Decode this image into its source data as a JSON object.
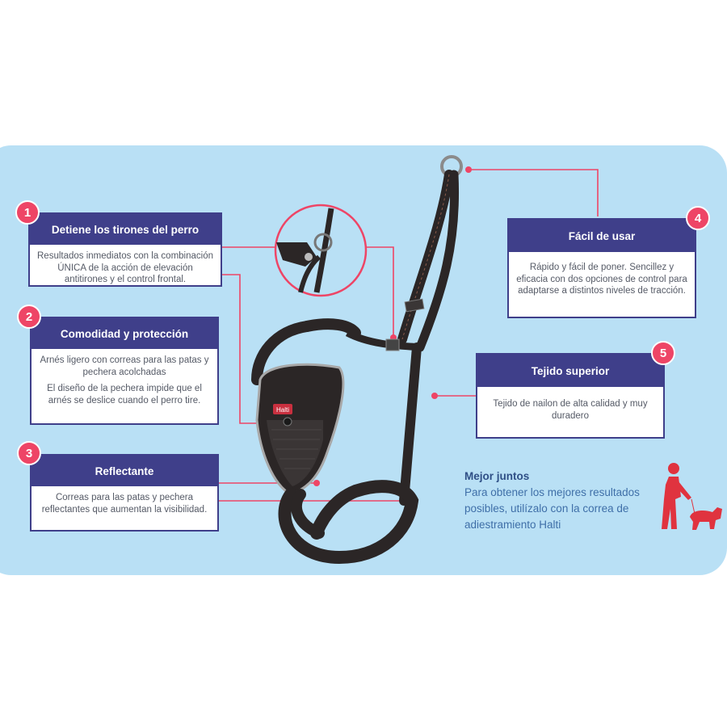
{
  "features": [
    {
      "number": "1",
      "title": "Detiene los tirones del perro",
      "text": [
        "Resultados inmediatos con la combinación ÚNICA de la acción de elevación antitirones y el control frontal."
      ]
    },
    {
      "number": "2",
      "title": "Comodidad y protección",
      "text": [
        "Arnés ligero con correas para las patas y pechera acolchadas",
        "El diseño de la pechera impide que el arnés se deslice cuando el perro tire."
      ]
    },
    {
      "number": "3",
      "title": "Reflectante",
      "text": [
        "Correas para las patas y pechera reflectantes que aumentan la visibilidad."
      ]
    },
    {
      "number": "4",
      "title": "Fácil de usar",
      "text": [
        "Rápido y fácil de poner. Sencillez y eficacia con dos opciones de control para adaptarse a distintos niveles de tracción."
      ]
    },
    {
      "number": "5",
      "title": "Tejido superior",
      "text": [
        "Tejido de nailon de alta calidad y muy duradero"
      ]
    }
  ],
  "bonus": {
    "title": "Mejor juntos",
    "text": "Para obtener los mejores resultados posibles, utilízalo con la correa de adiestramiento Halti"
  },
  "product": {
    "brand_label": "Halti"
  },
  "colors": {
    "panel": "#b9e0f5",
    "header": "#3f3f8a",
    "accent": "#ee4566",
    "harness": "#2b2626"
  },
  "icons": [
    "walking-dog-icon",
    "harness-product-image",
    "zoom-detail-circle"
  ]
}
